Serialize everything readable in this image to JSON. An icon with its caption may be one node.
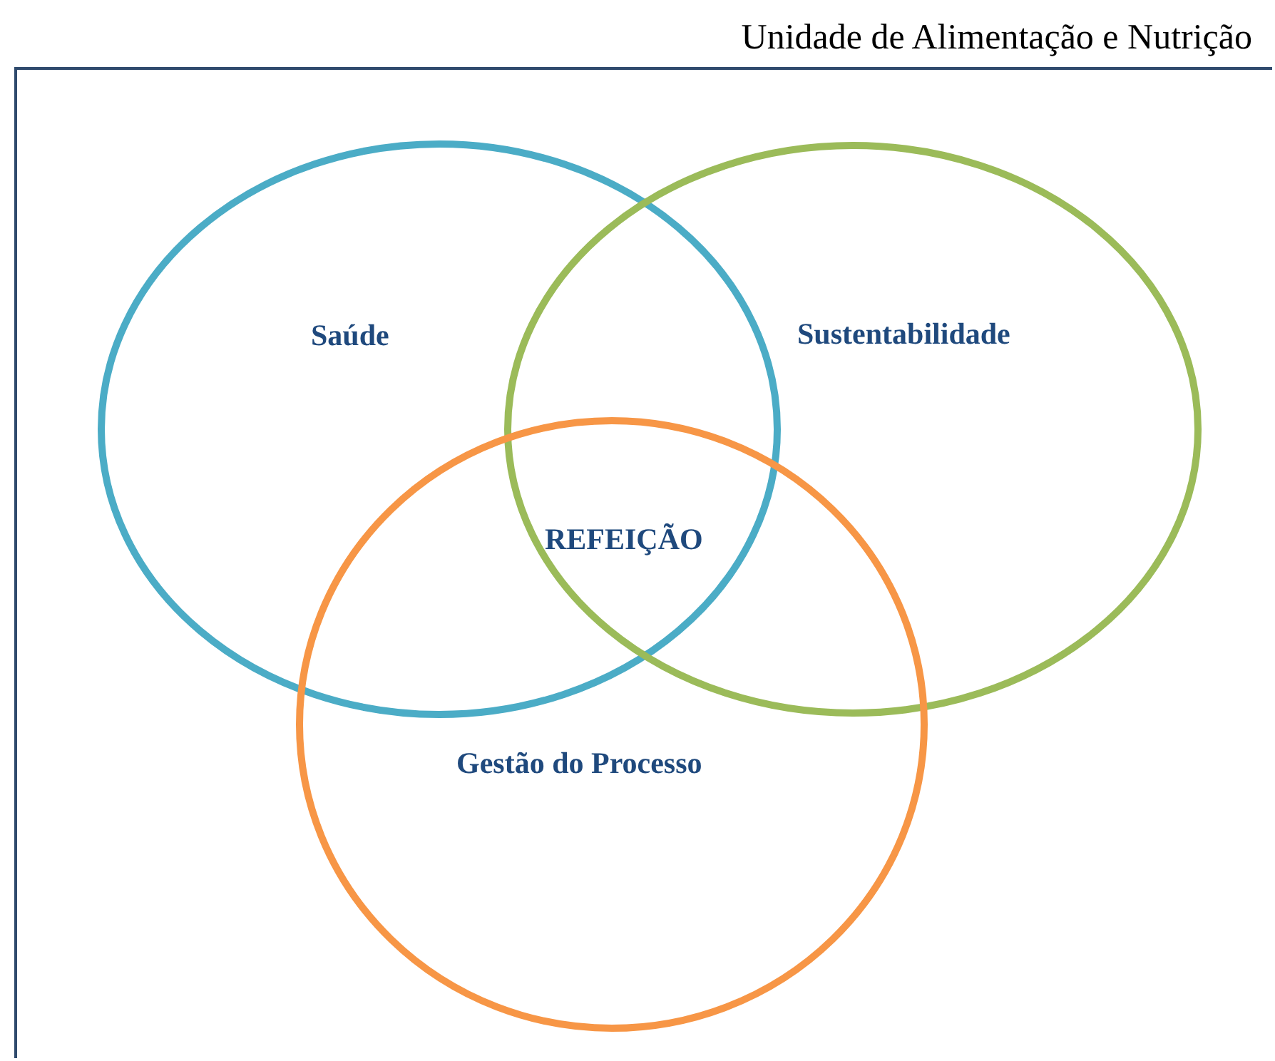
{
  "diagram": {
    "nodes": [
      {
        "text": [
          "Unidade de Alimentação e Nutrição"
        ]
      },
      {
        "text": [
          "Saúde"
        ],
        "in": 0
      },
      {
        "text": [
          "Sustentabilidade"
        ],
        "in": 0
      },
      {
        "text": [
          "Gestão do Processo"
        ],
        "in": 0
      }
    ],
    "edges": [],
    "labels": [
      "REFEIÇÃO"
    ]
  }
}
